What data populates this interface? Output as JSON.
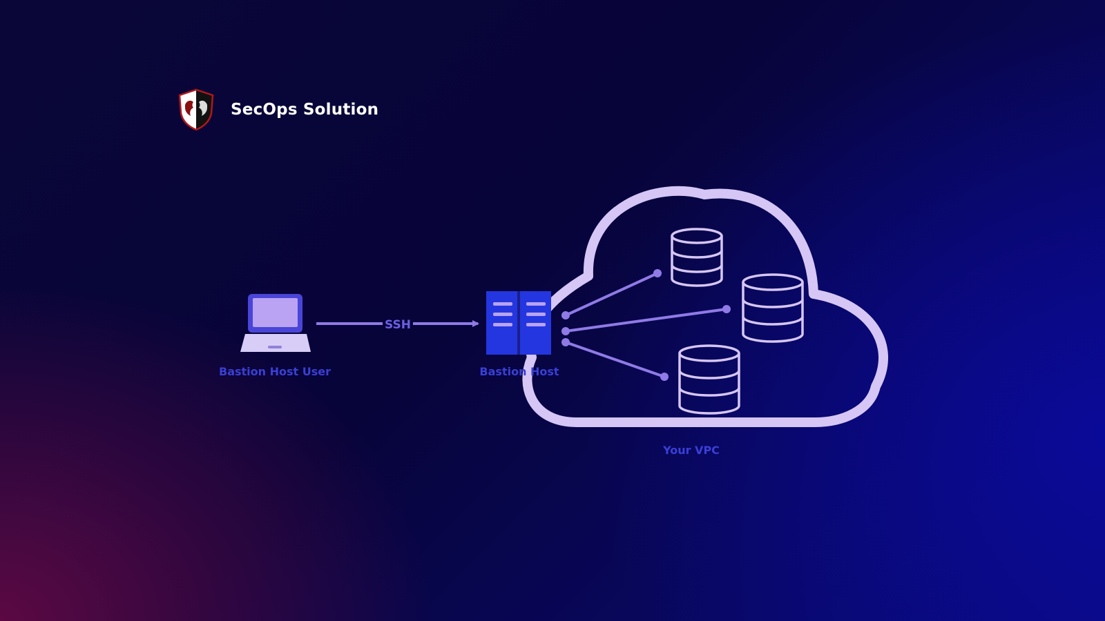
{
  "brand": {
    "name": "SecOps Solution",
    "logo_icon": "shield-warrior-logo-icon"
  },
  "diagram": {
    "nodes": {
      "user": {
        "label": "Bastion Host User",
        "icon": "laptop-icon"
      },
      "bastion": {
        "label": "Bastion Host",
        "icon": "server-icon"
      },
      "vpc": {
        "label": "Your VPC",
        "icon": "cloud-icon"
      }
    },
    "edges": {
      "ssh": {
        "label": "SSH"
      }
    },
    "databases": [
      {
        "icon": "database-icon"
      },
      {
        "icon": "database-icon"
      },
      {
        "icon": "database-icon"
      }
    ]
  },
  "colors": {
    "outline": "#d6c6f5",
    "connector": "#8f7ae6",
    "server_fill": "#2436e0",
    "label": "#3a3fd6",
    "laptop_screen": "#b9a3f2"
  }
}
